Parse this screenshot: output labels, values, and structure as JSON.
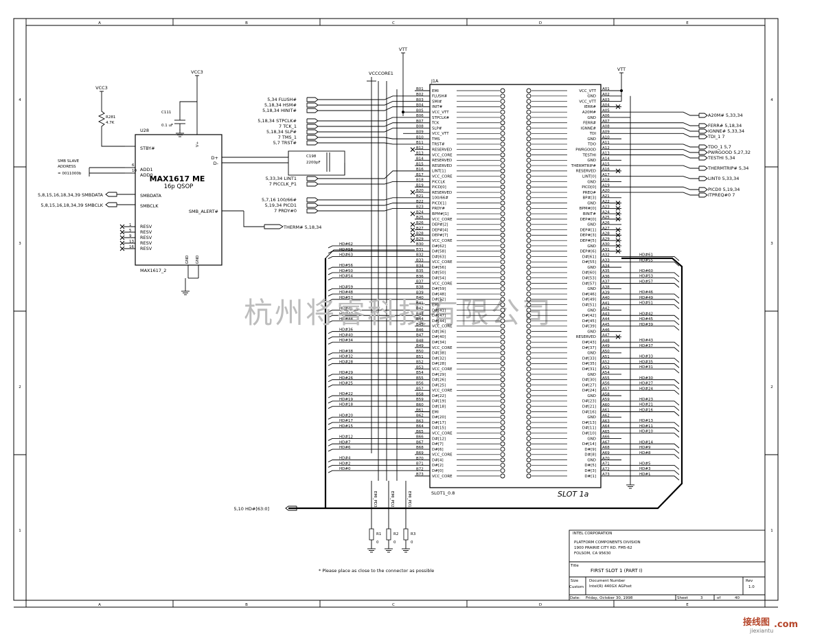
{
  "border": {
    "cols": [
      "A",
      "B",
      "C",
      "D",
      "E"
    ],
    "rows": [
      "4",
      "3",
      "2",
      "1"
    ]
  },
  "left_circuit": {
    "vcc3_top": "VCC3",
    "vcc3_left": "VCC3",
    "cap_c111": "C111",
    "cap_c111_val": "0.1 uF",
    "res_r281": "R281",
    "res_r281_val": "4.7K",
    "chip_ref": "U28",
    "chip_name": "MAX1617 ME",
    "chip_pkg": "16p QSOP",
    "chip_part": "MAX1617_2",
    "pin_stby": "STBY#",
    "pin_add1": "ADD1",
    "pin_add0": "ADD0",
    "pin_smbdata": "SMBDATA",
    "pin_smbclk": "SMBCLK",
    "pin_alert": "SMB_ALERT#",
    "pin_dplus": "D+",
    "pin_dminus": "D-",
    "pin_vplus": "V+",
    "pin_gnd": "GND",
    "resv": [
      "RESV",
      "RESV",
      "RESV",
      "RESV",
      "RESV"
    ],
    "resv_nums": [
      "1",
      "5",
      "9",
      "13",
      "16"
    ],
    "smb_slave": "SMB SLAVE",
    "smb_address": "ADDRESS",
    "smb_value": "= 0011000b",
    "net_smbdata": "5,8,15,16,18,34,39 SMBDATA",
    "net_smbclk": "5,8,15,16,18,34,39 SMBCLK",
    "net_therm": "THERM# 5,18,34",
    "cap_c198": "C198",
    "cap_c198_val": "2200pF"
  },
  "left_nets": [
    "5,34 FLUSH#",
    "5,18,34 HSM#",
    "5,18,34 HINIT#",
    "5,18,34 STPCLK#",
    "7 TCK_1",
    "5,18,34 SLP#",
    "7 TMS_1",
    "5,7 TRST#",
    "5,33,34 LINT1",
    "7 PICCLK_P1",
    "5,7,16 100/66#",
    "5,19,34 PICD1",
    "7 PRDY#0"
  ],
  "power": {
    "vtt_center": "VTT",
    "vtt_right": "VTT",
    "vcccore": "VCCCORE1",
    "emi": [
      "EMI_PD3",
      "EMI_PD2",
      "EMI_PD1"
    ],
    "resistors": [
      "R1",
      "R2",
      "R3"
    ],
    "res_val": "0",
    "bus_net": "5,10  HD#[63:0]",
    "note": "* Please place as close to the connector as possible"
  },
  "connector": {
    "ref": "J1A",
    "part": "SLOT1_0.8",
    "label": "SLOT 1a",
    "b_pins": [
      "EMI",
      "FLUSH#",
      "SMI#",
      "INIT#",
      "VCC_VTT",
      "STPCLK#",
      "TCK",
      "SLP#",
      "VCC_VTT",
      "TMS",
      "TRST#",
      "RESERVED",
      "VCC_CORE",
      "RESERVED",
      "RESERVED",
      "LINT[1]",
      "VCC_CORE",
      "PICCLK",
      "PICD[0]",
      "RESERVED",
      "100/66#",
      "PICD[1]",
      "PRDY#",
      "BPM#[1]",
      "VCC_CORE",
      "DEP#[2]",
      "DEP#[4]",
      "DEP#[7]",
      "VCC_CORE",
      "D#[62]",
      "D#[58]",
      "D#[63]",
      "VCC_CORE",
      "D#[56]",
      "D#[50]",
      "D#[54]",
      "VCC_CORE",
      "D#[59]",
      "D#[48]",
      "D#[52]",
      "EMI",
      "D#[41]",
      "D#[47]",
      "D#[44]",
      "VCC_CORE",
      "D#[36]",
      "D#[40]",
      "D#[34]",
      "VCC_CORE",
      "D#[38]",
      "D#[32]",
      "D#[28]",
      "VCC_CORE",
      "D#[29]",
      "D#[26]",
      "D#[25]",
      "VCC_CORE",
      "D#[22]",
      "D#[19]",
      "D#[18]",
      "EMI",
      "D#[20]",
      "D#[17]",
      "D#[15]",
      "VCC_CORE",
      "D#[12]",
      "D#[7]",
      "D#[6]",
      "VCC_CORE",
      "D#[4]",
      "D#[2]",
      "D#[0]",
      "VCC_CORE"
    ],
    "a_pins": [
      "VCC_VTT",
      "GND",
      "VCC_VTT",
      "IERR#",
      "A20M#",
      "GND",
      "FERR#",
      "IGNNE#",
      "TDI",
      "GND",
      "TDO",
      "PWRGOOD",
      "TESTHI",
      "GND",
      "THERMTRIP#",
      "RESERVED",
      "LINT[0]",
      "GND",
      "PICD[0]",
      "PREQ#",
      "BP#[3]",
      "GND",
      "BPM#[0]",
      "BINIT#",
      "DEP#[0]",
      "GND",
      "DEP#[1]",
      "DEP#[3]",
      "DEP#[5]",
      "GND",
      "DEP#[6]",
      "D#[61]",
      "D#[55]",
      "GND",
      "D#[60]",
      "D#[53]",
      "D#[57]",
      "GND",
      "D#[46]",
      "D#[49]",
      "D#[51]",
      "GND",
      "D#[42]",
      "D#[45]",
      "D#[39]",
      "GND",
      "RESERVED",
      "D#[43]",
      "D#[37]",
      "GND",
      "D#[33]",
      "D#[35]",
      "D#[31]",
      "GND",
      "D#[30]",
      "D#[27]",
      "D#[24]",
      "GND",
      "D#[23]",
      "D#[21]",
      "D#[16]",
      "GND",
      "D#[13]",
      "D#[11]",
      "D#[10]",
      "GND",
      "D#[14]",
      "D#[9]",
      "D#[8]",
      "GND",
      "D#[5]",
      "D#[3]",
      "D#[1]"
    ]
  },
  "hd_left": [
    "HD#62",
    "HD#58",
    "HD#63",
    "HD#56",
    "HD#50",
    "HD#54",
    "HD#59",
    "HD#48",
    "HD#52",
    "HD#41",
    "HD#47",
    "HD#44",
    "HD#36",
    "HD#40",
    "HD#34",
    "HD#38",
    "HD#32",
    "HD#28",
    "HD#29",
    "HD#26",
    "HD#25",
    "HD#22",
    "HD#19",
    "HD#18",
    "HD#20",
    "HD#17",
    "HD#15",
    "HD#12",
    "HD#7",
    "HD#6",
    "HD#4",
    "HD#2",
    "HD#0"
  ],
  "hd_right": [
    "HD#61",
    "HD#55",
    "HD#60",
    "HD#53",
    "HD#57",
    "HD#46",
    "HD#49",
    "HD#51",
    "HD#42",
    "HD#45",
    "HD#39",
    "HD#43",
    "HD#37",
    "HD#33",
    "HD#35",
    "HD#31",
    "HD#30",
    "HD#27",
    "HD#24",
    "HD#23",
    "HD#21",
    "HD#16",
    "HD#13",
    "HD#11",
    "HD#10",
    "HD#14",
    "HD#9",
    "HD#8",
    "HD#5",
    "HD#3",
    "HD#1"
  ],
  "right_nets": [
    "A20M# 5,33,34",
    "FERR# 5,18,34",
    "IGNNE# 5,33,34",
    "TDI_1 7",
    "TDO_1 5,7",
    "PWRGOOD 5,27,32",
    "TESTHI 5,34",
    "THERMTRIP# 5,34",
    "LINT0 5,33,34",
    "PICD0 5,19,34",
    "ITPREQ#0 7"
  ],
  "title_block": {
    "company": "INTEL CORPORATION",
    "division": "PLATFORM COMPONENTS DIVISION",
    "addr1": "1900 PRAIRIE CITY RD. FM5-62",
    "addr2": "FOLSOM, CA 95630",
    "title_lbl": "Title",
    "title": "FIRST SLOT 1 (PART I)",
    "size_lbl": "Size",
    "size_val": "Custom",
    "docnum_lbl": "Document Number",
    "docnum": "Intel(R) 440GX AGPset",
    "rev_lbl": "Rev",
    "rev": "1.0",
    "date_lbl": "Date:",
    "date": "Friday, October 30, 1998",
    "sheet_lbl": "Sheet",
    "sheet": "3",
    "of_lbl": "of",
    "of": "40"
  },
  "watermark": "杭州将睿科技有限公司",
  "logo_text": "接线图",
  "logo_dom": ".com",
  "logo_sub": "jiexiantu"
}
